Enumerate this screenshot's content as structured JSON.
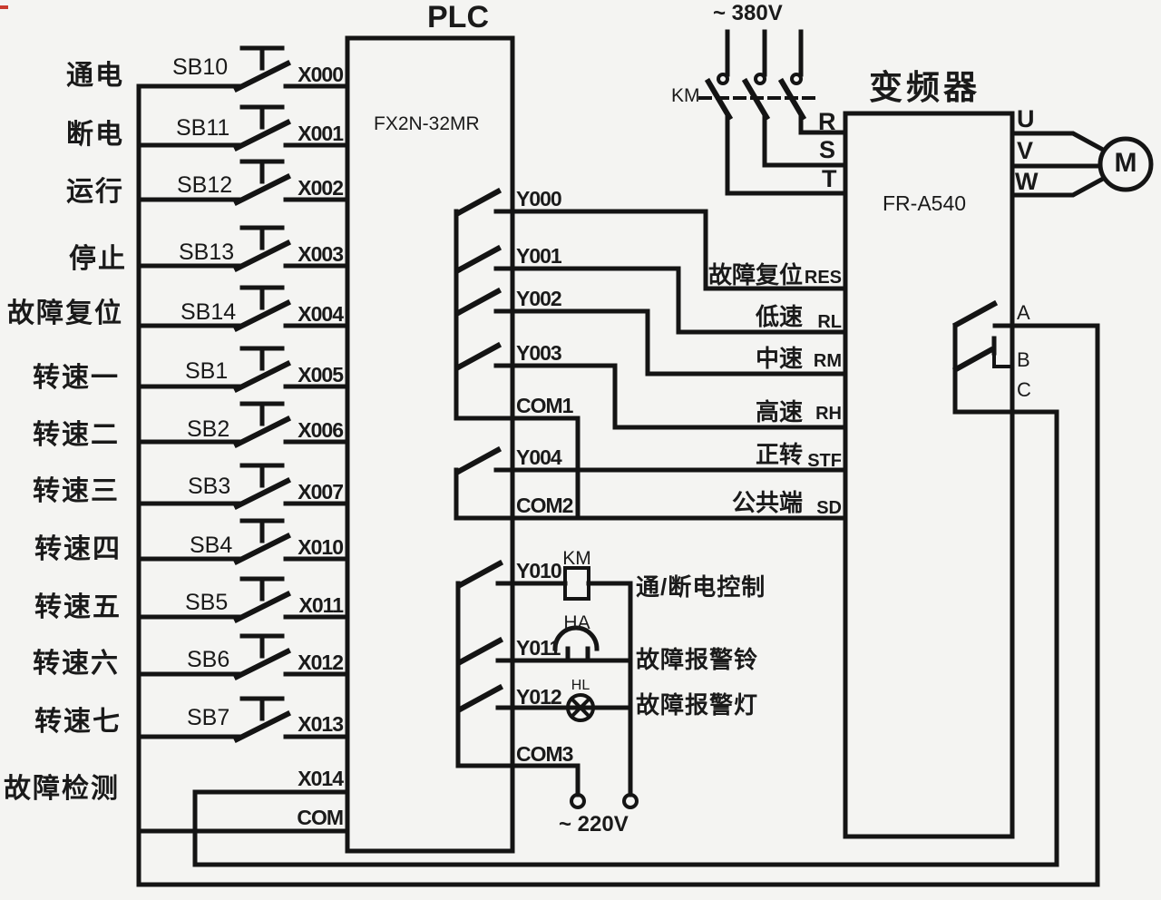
{
  "plc": {
    "title": "PLC",
    "model": "FX2N-32MR"
  },
  "inverter": {
    "title": "变频器",
    "model": "FR-A540",
    "fault_terminals": [
      "A",
      "B",
      "C"
    ]
  },
  "power": {
    "supply": "~ 380V",
    "contactor": "KM",
    "input_terminals": [
      "R",
      "S",
      "T"
    ],
    "output_terminals": [
      "U",
      "V",
      "W"
    ],
    "motor": "M"
  },
  "control_supply": "~ 220V",
  "input_rows": [
    {
      "function": "通电",
      "button": "SB10",
      "terminal": "X000"
    },
    {
      "function": "断电",
      "button": "SB11",
      "terminal": "X001"
    },
    {
      "function": "运行",
      "button": "SB12",
      "terminal": "X002"
    },
    {
      "function": "停止",
      "button": "SB13",
      "terminal": "X003"
    },
    {
      "function": "故障复位",
      "button": "SB14",
      "terminal": "X004"
    },
    {
      "function": "转速一",
      "button": "SB1",
      "terminal": "X005"
    },
    {
      "function": "转速二",
      "button": "SB2",
      "terminal": "X006"
    },
    {
      "function": "转速三",
      "button": "SB3",
      "terminal": "X007"
    },
    {
      "function": "转速四",
      "button": "SB4",
      "terminal": "X010"
    },
    {
      "function": "转速五",
      "button": "SB5",
      "terminal": "X011"
    },
    {
      "function": "转速六",
      "button": "SB6",
      "terminal": "X012"
    },
    {
      "function": "转速七",
      "button": "SB7",
      "terminal": "X013"
    }
  ],
  "fault_input": {
    "function": "故障检测",
    "terminal": "X014"
  },
  "com_input": {
    "terminal": "COM"
  },
  "plc_outputs": [
    {
      "terminal": "Y000"
    },
    {
      "terminal": "Y001"
    },
    {
      "terminal": "Y002"
    },
    {
      "terminal": "Y003"
    },
    {
      "terminal": "COM1"
    },
    {
      "terminal": "Y004"
    },
    {
      "terminal": "COM2"
    },
    {
      "terminal": "Y010"
    },
    {
      "terminal": "Y011"
    },
    {
      "terminal": "Y012"
    },
    {
      "terminal": "COM3"
    }
  ],
  "inverter_rows": [
    {
      "function": "故障复位",
      "terminal": "RES"
    },
    {
      "function": "低速",
      "terminal": "RL"
    },
    {
      "function": "中速",
      "terminal": "RM"
    },
    {
      "function": "高速",
      "terminal": "RH"
    },
    {
      "function": "正转",
      "terminal": "STF"
    },
    {
      "function": "公共端",
      "terminal": "SD"
    }
  ],
  "loads": [
    {
      "label": "KM",
      "desc": "通/断电控制"
    },
    {
      "label": "HA",
      "desc": "故障报警铃"
    },
    {
      "label": "HL",
      "desc": "故障报警灯"
    }
  ],
  "line_color": "#141414"
}
